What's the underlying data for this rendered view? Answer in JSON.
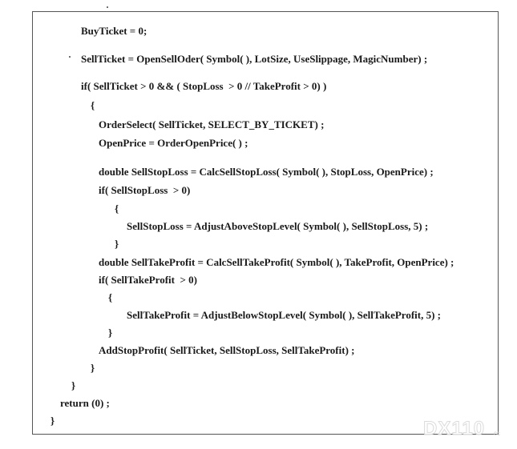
{
  "code": {
    "lines": [
      "BuyTicket = 0;",
      "SellTicket = OpenSellOder( Symbol( ), LotSize, UseSlippage, MagicNumber) ;",
      "if( SellTicket > 0 && ( StopLoss  > 0 // TakeProfit > 0) )",
      "{",
      "OrderSelect( SellTicket, SELECT_BY_TICKET) ;",
      "OpenPrice = OrderOpenPrice( ) ;",
      "double SellStopLoss = CalcSellStopLoss( Symbol( ), StopLoss, OpenPrice) ;",
      "if( SellStopLoss  > 0)",
      "{",
      "SellStopLoss = AdjustAboveStopLevel( Symbol( ), SellStopLoss, 5) ;",
      "}",
      "double SellTakeProfit = CalcSellTakeProfit( Symbol( ), TakeProfit, OpenPrice) ;",
      "if( SellTakeProfit  > 0)",
      "{",
      "SellTakeProfit = AdjustBelowStopLevel( Symbol( ), SellTakeProfit, 5) ;",
      "}",
      "AddStopProfit( SellTicket, SellStopLoss, SellTakeProfit) ;",
      "}",
      "}",
      "return (0) ;",
      "}"
    ]
  },
  "watermark": {
    "brand": "DX110",
    "suffix": "cc"
  }
}
